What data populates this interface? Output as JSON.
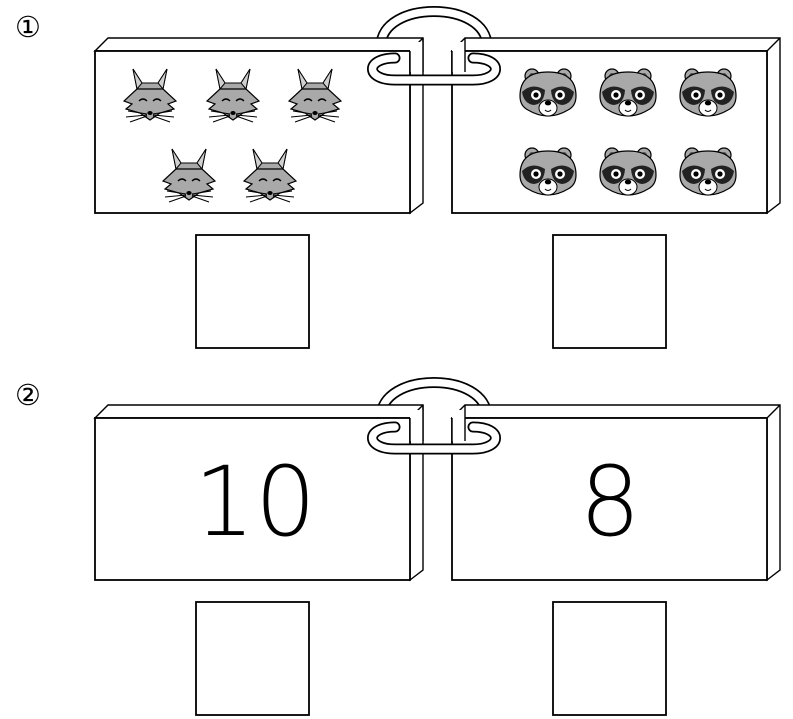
{
  "problems": [
    {
      "number": "①",
      "left_card": {
        "content": "fox",
        "count": 5,
        "icon": "fox-face-icon"
      },
      "right_card": {
        "content": "raccoon",
        "count": 6,
        "icon": "raccoon-face-icon"
      },
      "answer_boxes": [
        "",
        ""
      ]
    },
    {
      "number": "②",
      "left_card": {
        "content": "10"
      },
      "right_card": {
        "content": "8"
      },
      "answer_boxes": [
        "",
        ""
      ]
    }
  ],
  "colors": {
    "line": "#000000",
    "card": "#ffffff",
    "animal_fill": "#a9a9a9"
  }
}
